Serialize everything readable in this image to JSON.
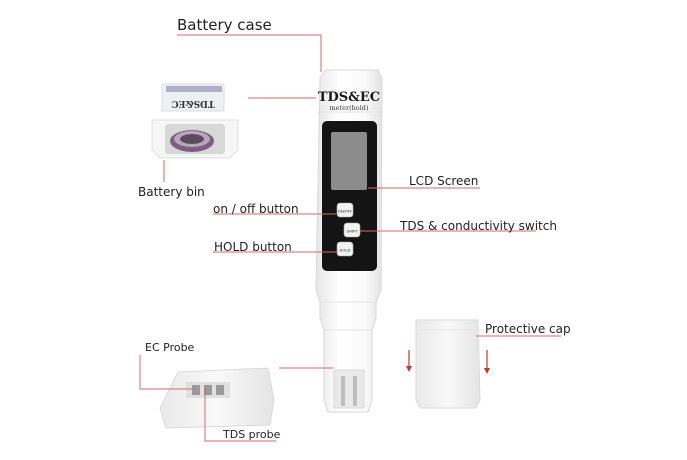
{
  "labels": {
    "battery_case": "Battery case",
    "battery_bin": "Battery bin",
    "lcd_screen": "LCD Screen",
    "on_off_button": "on / off button",
    "tds_conductivity_switch": "TDS & conductivity switch",
    "hold_button": "HOLD button",
    "protective_cap": "Protective cap",
    "ec_probe": "EC Probe",
    "tds_probe": "TDS probe"
  },
  "device": {
    "brand": "TDS&EC",
    "subtitle": "meter(hold)",
    "button_on": "ON/OFF",
    "button_shift": "SHIFT",
    "button_hold": "HOLD"
  },
  "battery_cover_text": "TDS&EC",
  "colors": {
    "leader_line": "#d46a6a",
    "label_text": "#222222",
    "device_body": "#f7f7f7",
    "device_outline": "#d9d9d9",
    "lcd_frame": "#141414",
    "lcd_screen": "#8c8c8c",
    "arrow": "#c0392b",
    "battery_cover_stripe": "#7a7aa6"
  }
}
